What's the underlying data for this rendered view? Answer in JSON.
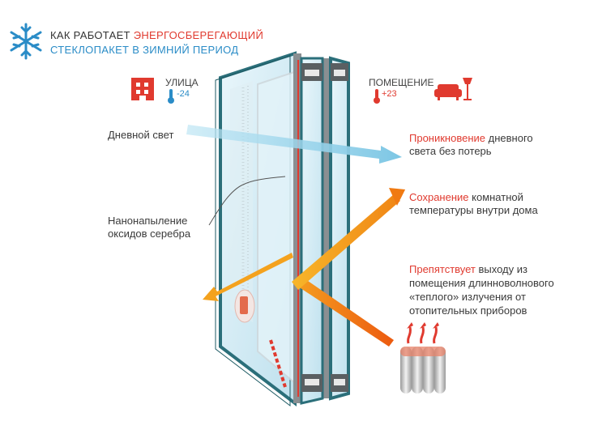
{
  "title": {
    "line1_a": "КАК РАБОТАЕТ",
    "line1_b": "ЭНЕРГОСБЕРЕГАЮЩИЙ",
    "line2_a": "СТЕКЛОПАКЕТ",
    "line2_b": "В ЗИМНИЙ ПЕРИОД"
  },
  "outside": {
    "label": "УЛИЦА",
    "temp": "-24"
  },
  "inside": {
    "label": "ПОМЕЩЕНИЕ",
    "temp": "+23"
  },
  "left_labels": {
    "daylight": "Дневной свет",
    "coating_line1": "Нанонапыление",
    "coating_line2": "оксидов серебра"
  },
  "right_labels": {
    "penetration_hl": "Проникновение",
    "penetration_rest1": " дневного",
    "penetration_line2": "света без потерь",
    "keeping_hl": "Сохранение",
    "keeping_rest1": " комнатной",
    "keeping_line2": "температуры внутри дома",
    "prevents_hl": "Препятствует",
    "prevents_rest1": " выходу из",
    "prevents_line2": "помещения длинноволнового",
    "prevents_line3": "«теплого» излучения от",
    "prevents_line4": "отопительных приборов"
  },
  "colors": {
    "accent_red": "#e03a2f",
    "accent_blue": "#2a8cc7",
    "frame_teal": "#2b6f7a",
    "glass": "#cfe9f3",
    "arrow_orange": "#f07a12",
    "arrow_blue": "#8fd0ea"
  },
  "icons": [
    "snowflake-icon",
    "building-icon",
    "thermometer-icon",
    "sofa-icon",
    "lamp-icon",
    "radiator-icon",
    "heat-arrows-icon"
  ]
}
